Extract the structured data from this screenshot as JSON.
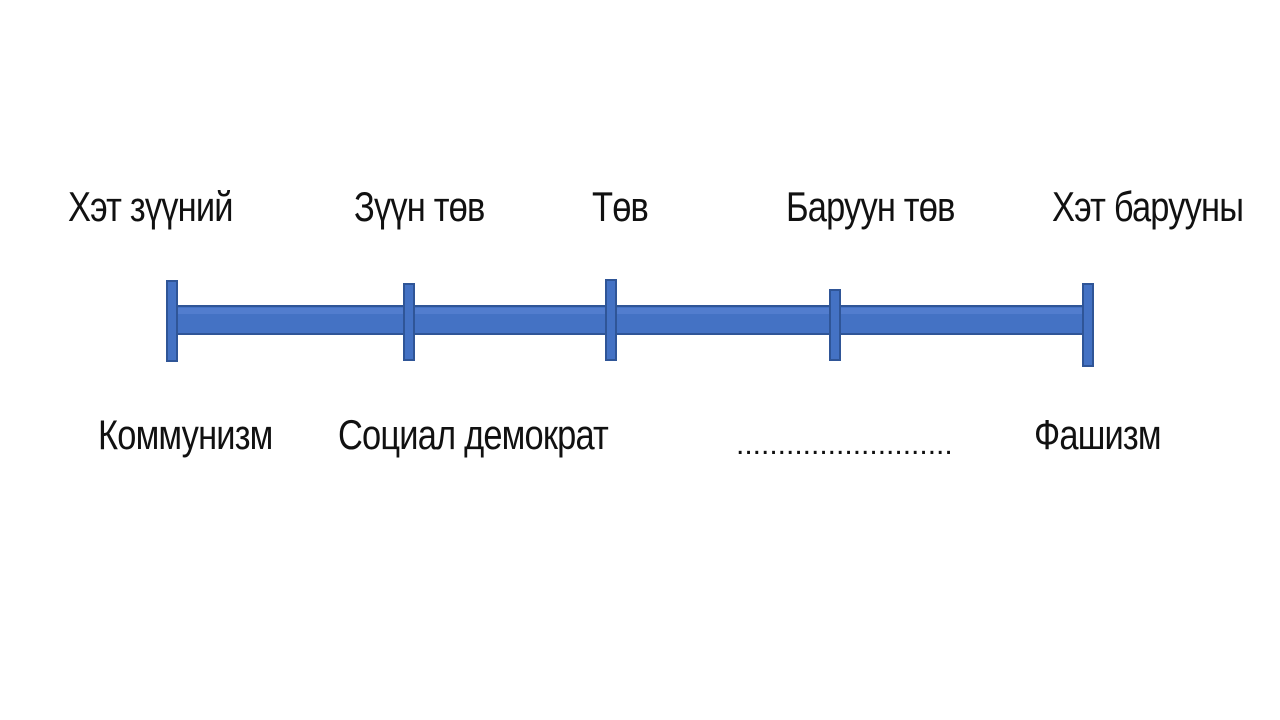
{
  "diagram": {
    "top_labels": [
      "Хэт зүүний",
      "Зүүн төв",
      "Төв",
      "Баруун төв",
      "Хэт барууны"
    ],
    "bottom_labels": [
      "Коммунизм",
      "Социал демократ",
      "..........................",
      "Фашизм"
    ],
    "colors": {
      "bar_fill": "#4472c4",
      "bar_stroke": "#2f5597",
      "text": "#111111",
      "background": "#ffffff"
    }
  }
}
